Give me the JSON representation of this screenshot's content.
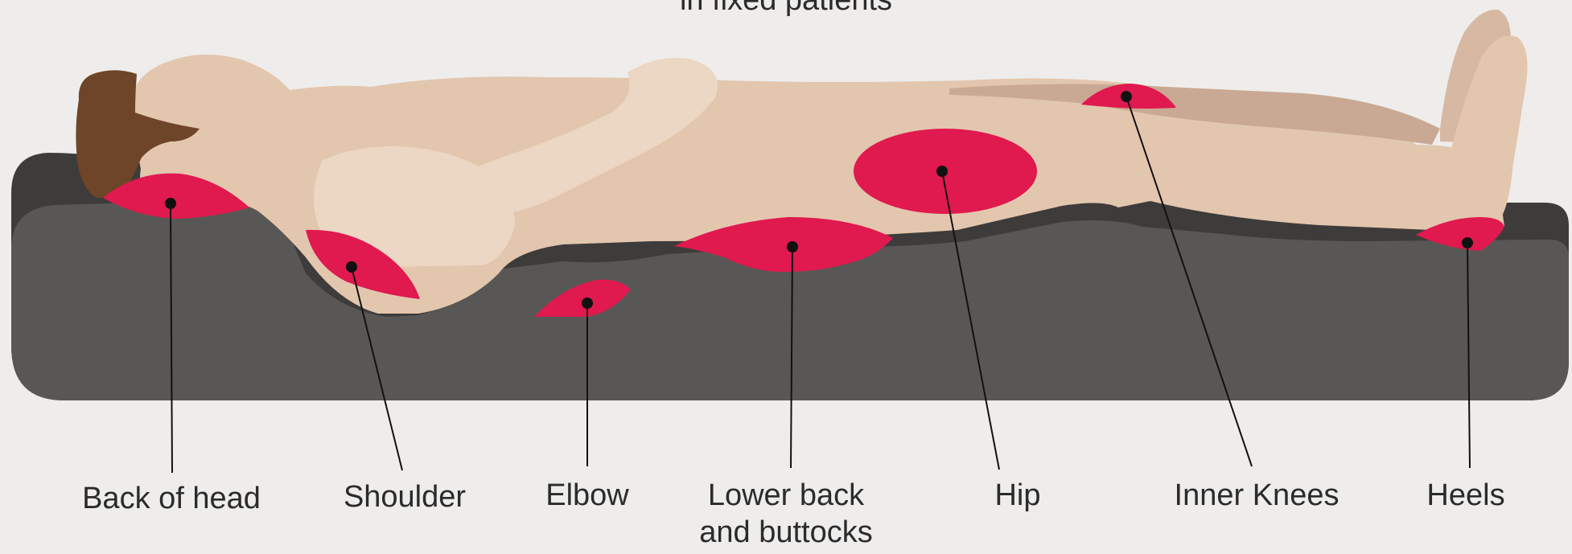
{
  "title": "in fixed patients",
  "labels": {
    "back_of_head": "Back of head",
    "shoulder": "Shoulder",
    "elbow": "Elbow",
    "lower_back": "Lower back\nand buttocks",
    "hip": "Hip",
    "inner_knees": "Inner Knees",
    "heels": "Heels"
  },
  "colors": {
    "background": "#eeedeb",
    "mattress": "#595755",
    "mattress_top": "#3e3c3b",
    "skin": "#e3c6ae",
    "skin_light": "#ecd6c4",
    "skin_shadow": "#c9a993",
    "hair": "#6e4528",
    "pressure_point": "#e0194f",
    "leader_line": "#111111"
  }
}
